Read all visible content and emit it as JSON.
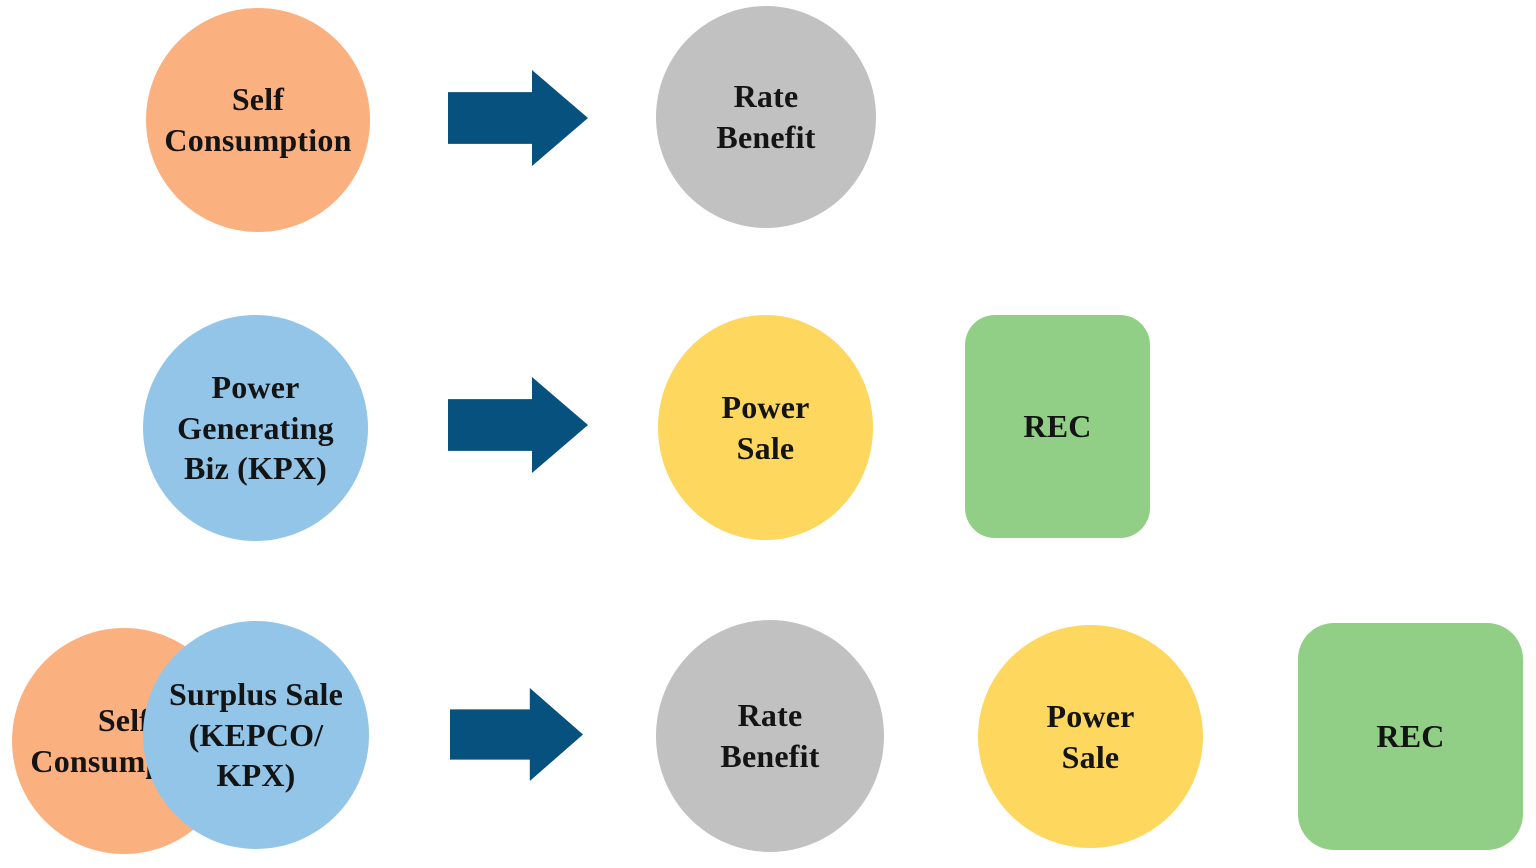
{
  "colors": {
    "orange": "#FBB080",
    "blue": "#92C5E8",
    "gray": "#C1C1C1",
    "yellow": "#FDD75E",
    "green": "#90CF85",
    "arrow": "#07517F",
    "text": "#141414",
    "background": "#FFFFFF"
  },
  "rows": [
    {
      "name": "self-consumption-row",
      "source": {
        "label": "Self\nConsumption",
        "shape": "circle",
        "color_key": "orange"
      },
      "arrow": {
        "direction": "right"
      },
      "results": [
        {
          "label": "Rate\nBenefit",
          "shape": "circle",
          "color_key": "gray"
        }
      ]
    },
    {
      "name": "power-generating-biz-row",
      "source": {
        "label": "Power\nGenerating\nBiz (KPX)",
        "shape": "circle",
        "color_key": "blue"
      },
      "arrow": {
        "direction": "right"
      },
      "results": [
        {
          "label": "Power\nSale",
          "shape": "circle",
          "color_key": "yellow"
        },
        {
          "label": "REC",
          "shape": "rounded-square",
          "color_key": "green"
        }
      ]
    },
    {
      "name": "surplus-sale-row",
      "source_back": {
        "label": "Self\nConsumption",
        "shape": "circle",
        "color_key": "orange"
      },
      "source_front": {
        "label": "Surplus Sale\n(KEPCO/\nKPX)",
        "shape": "circle",
        "color_key": "blue"
      },
      "arrow": {
        "direction": "right"
      },
      "results": [
        {
          "label": "Rate\nBenefit",
          "shape": "circle",
          "color_key": "gray"
        },
        {
          "label": "Power\nSale",
          "shape": "circle",
          "color_key": "yellow"
        },
        {
          "label": "REC",
          "shape": "rounded-square",
          "color_key": "green"
        }
      ]
    }
  ]
}
